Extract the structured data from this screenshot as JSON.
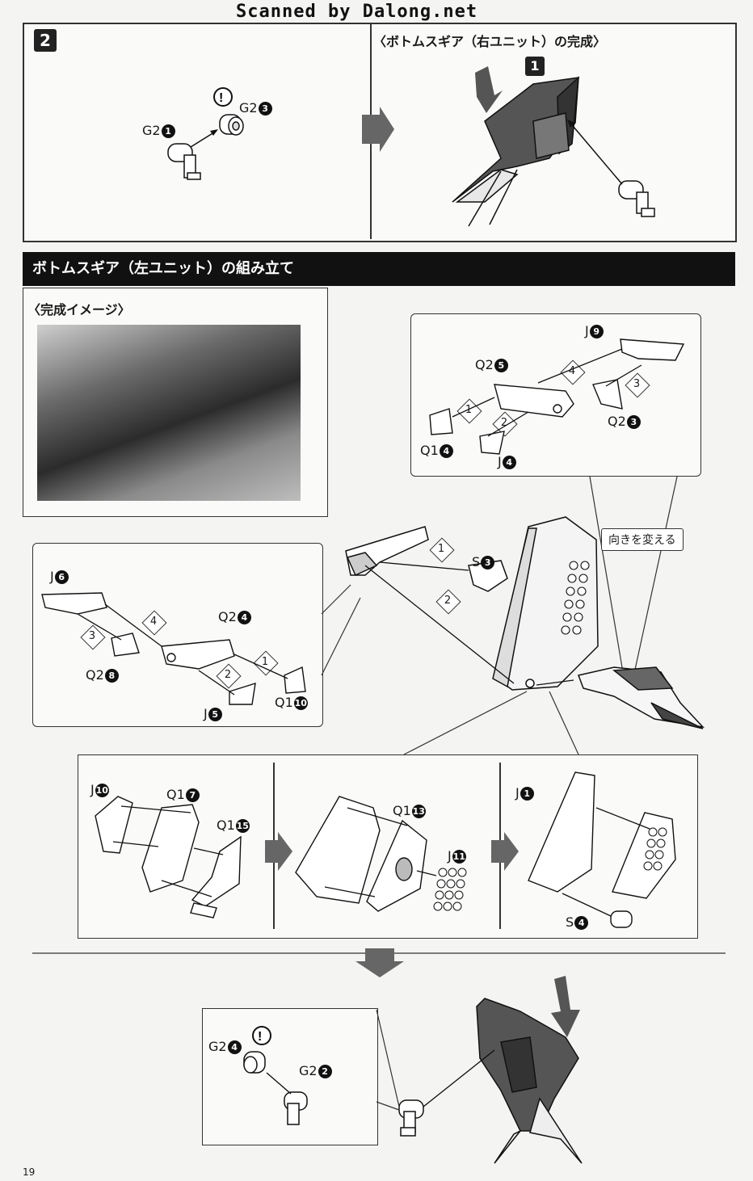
{
  "watermark": "Scanned by Dalong.net",
  "step2": {
    "number": "2",
    "title": "〈ボトムスギア（右ユニット）の完成〉",
    "sub_number": "1",
    "labels": [
      {
        "part": "G2",
        "num": "1"
      },
      {
        "part": "G2",
        "num": "3"
      }
    ]
  },
  "section": {
    "title": "ボトムスギア（左ユニット）の組み立て",
    "image_caption": "〈完成イメージ〉",
    "redirect": "向きを変える"
  },
  "right_unit_box": {
    "labels": [
      {
        "part": "J",
        "num": "9"
      },
      {
        "part": "Q2",
        "num": "5"
      },
      {
        "part": "Q2",
        "num": "3"
      },
      {
        "part": "Q1",
        "num": "4"
      },
      {
        "part": "J",
        "num": "4"
      }
    ],
    "substeps": [
      "1",
      "2",
      "3",
      "4"
    ]
  },
  "left_unit_box": {
    "labels": [
      {
        "part": "J",
        "num": "6"
      },
      {
        "part": "Q2",
        "num": "4"
      },
      {
        "part": "Q2",
        "num": "8"
      },
      {
        "part": "Q1",
        "num": "10"
      },
      {
        "part": "J",
        "num": "5"
      }
    ],
    "substeps": [
      "1",
      "2",
      "3",
      "4"
    ]
  },
  "center": {
    "labels": [
      {
        "part": "S",
        "num": "3"
      }
    ],
    "substeps": [
      "1",
      "2"
    ]
  },
  "bottom_panels": {
    "p1": [
      {
        "part": "J",
        "num": "10"
      },
      {
        "part": "Q1",
        "num": "7"
      },
      {
        "part": "Q1",
        "num": "15"
      }
    ],
    "p2": [
      {
        "part": "Q1",
        "num": "13"
      },
      {
        "part": "J",
        "num": "11"
      }
    ],
    "p3": [
      {
        "part": "J",
        "num": "1"
      },
      {
        "part": "S",
        "num": "4"
      }
    ]
  },
  "final": {
    "labels": [
      {
        "part": "G2",
        "num": "4"
      },
      {
        "part": "G2",
        "num": "2"
      }
    ]
  },
  "page_number": "19"
}
